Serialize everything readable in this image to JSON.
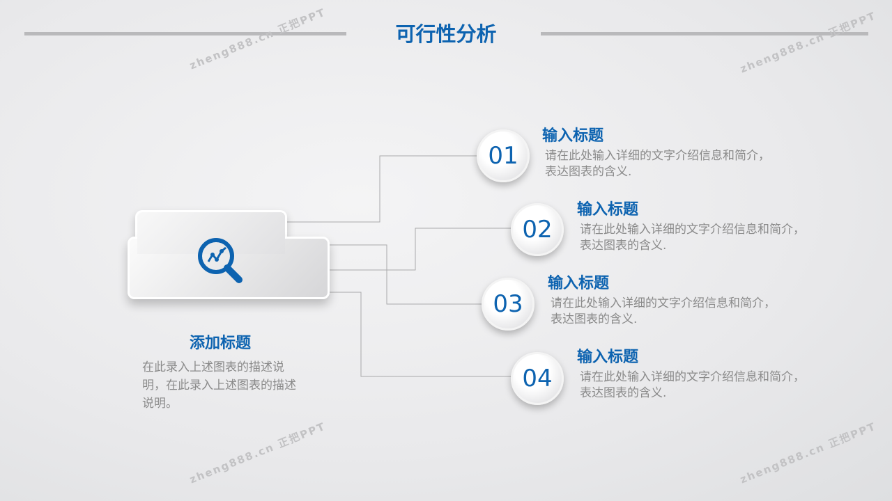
{
  "slide": {
    "title": "可行性分析"
  },
  "watermark": "zheng888.cn 正把PPT",
  "center": {
    "icon": "magnifier-chart-icon",
    "title": "添加标题",
    "description": "在此录入上述图表的描述说明，在此录入上述图表的描述说明。"
  },
  "items": [
    {
      "number": "01",
      "title": "输入标题",
      "text": "请在此处输入详细的文字介绍信息和简介，表达图表的含义."
    },
    {
      "number": "02",
      "title": "输入标题",
      "text": "请在此处输入详细的文字介绍信息和简介，表达图表的含义."
    },
    {
      "number": "03",
      "title": "输入标题",
      "text": "请在此处输入详细的文字介绍信息和简介，表达图表的含义."
    },
    {
      "number": "04",
      "title": "输入标题",
      "text": "请在此处输入详细的文字介绍信息和简介，表达图表的含义."
    }
  ],
  "colors": {
    "accent": "#0d63b0",
    "text": "#8a8a8a"
  }
}
